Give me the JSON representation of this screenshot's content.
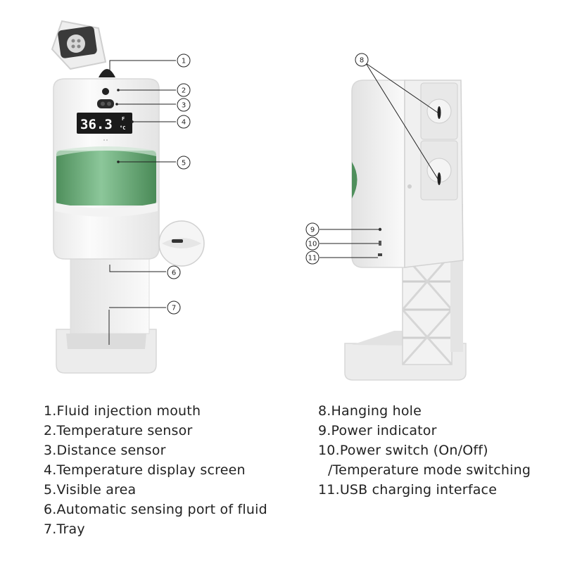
{
  "display": {
    "reading": "36.3",
    "unit_f": "F",
    "unit_c": "°C"
  },
  "callouts": [
    "1",
    "2",
    "3",
    "4",
    "5",
    "6",
    "7",
    "8",
    "9",
    "10",
    "11"
  ],
  "legend": {
    "left": [
      "1.Fluid injection mouth",
      "2.Temperature sensor",
      "3.Distance sensor",
      "4.Temperature display screen",
      "5.Visible area",
      "6.Automatic sensing port of fluid",
      "7.Tray"
    ],
    "right": [
      "8.Hanging hole",
      "9.Power indicator",
      "10.Power switch (On/Off)",
      "/Temperature mode switching",
      "11.USB charging interface"
    ]
  },
  "colors": {
    "body": "#f4f4f4",
    "outline": "#d6d6d6",
    "window_green": "#6fae7d",
    "display_bg": "#1a1a1a",
    "leader": "#222222"
  }
}
